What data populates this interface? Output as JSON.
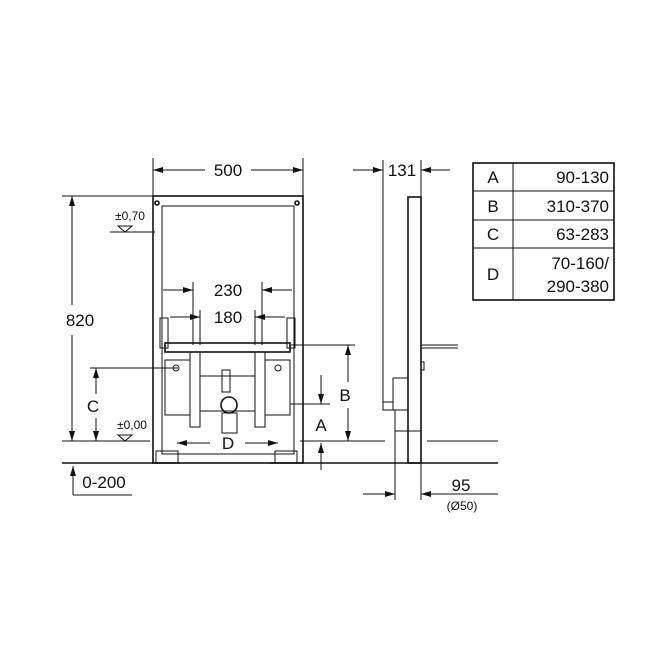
{
  "front_view": {
    "width_label": "500",
    "height_label": "820",
    "level_top": "±0,70",
    "level_zero": "±0,00",
    "floor_adjust": "0-200",
    "spacing_outer": "230",
    "spacing_inner": "180",
    "label_c": "C",
    "label_d": "D",
    "label_a": "A",
    "label_b": "B"
  },
  "side_view": {
    "depth_label": "131",
    "offset_label": "95",
    "pipe_label": "(Ø50)"
  },
  "table": {
    "rows": [
      {
        "key": "A",
        "value": "90-130"
      },
      {
        "key": "B",
        "value": "310-370"
      },
      {
        "key": "C",
        "value": "63-283"
      },
      {
        "key": "D",
        "value": "70-160/",
        "value2": "290-380"
      }
    ]
  },
  "colors": {
    "line": "#111111",
    "background": "#ffffff"
  }
}
